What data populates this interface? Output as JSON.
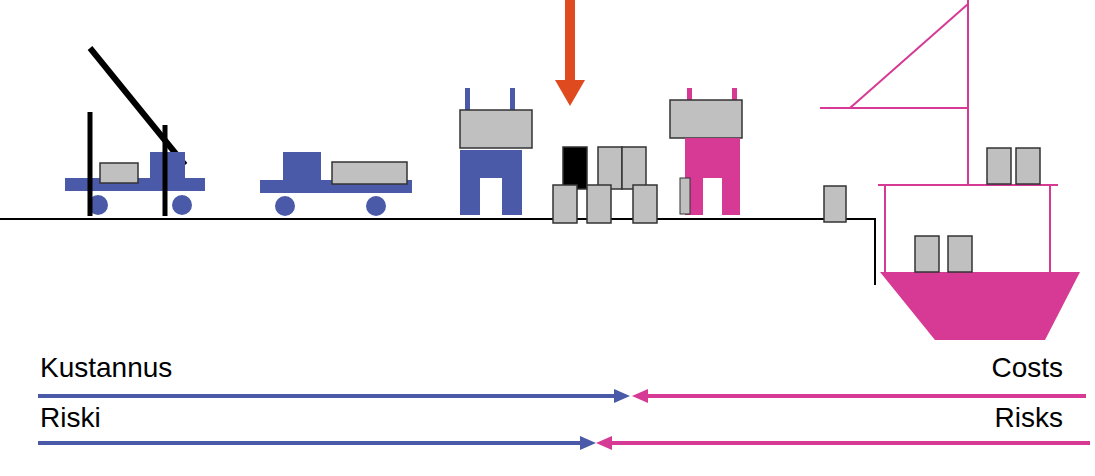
{
  "diagram": {
    "labels": [
      "Kustannus",
      "Costs",
      "Riski",
      "Risks"
    ]
  }
}
